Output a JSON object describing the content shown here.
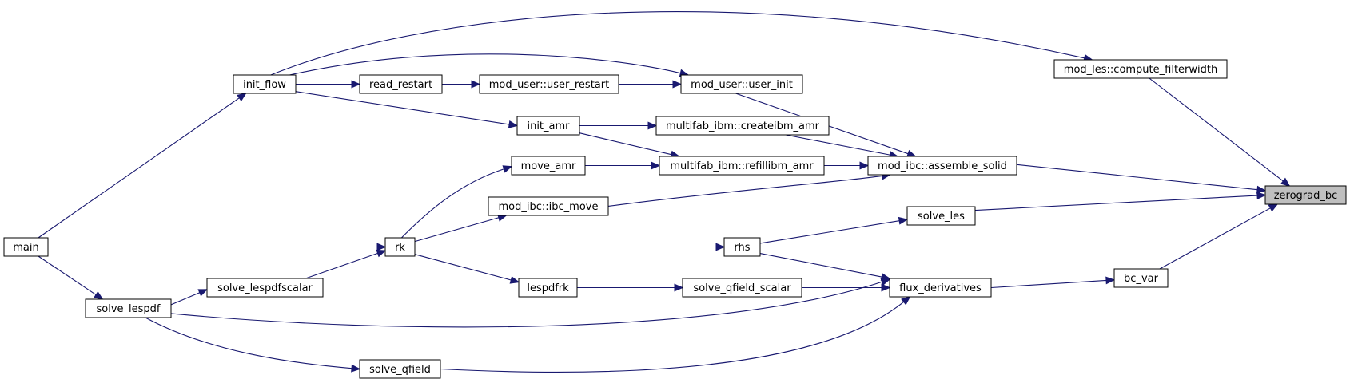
{
  "nodes": [
    {
      "id": "main",
      "label": "main"
    },
    {
      "id": "init_flow",
      "label": "init_flow"
    },
    {
      "id": "read_restart",
      "label": "read_restart"
    },
    {
      "id": "user_restart",
      "label": "mod_user::user_restart"
    },
    {
      "id": "user_init",
      "label": "mod_user::user_init"
    },
    {
      "id": "compute_filterwidth",
      "label": "mod_les::compute_filterwidth"
    },
    {
      "id": "init_amr",
      "label": "init_amr"
    },
    {
      "id": "createibm_amr",
      "label": "multifab_ibm::createibm_amr"
    },
    {
      "id": "move_amr",
      "label": "move_amr"
    },
    {
      "id": "refillibm_amr",
      "label": "multifab_ibm::refillibm_amr"
    },
    {
      "id": "assemble_solid",
      "label": "mod_ibc::assemble_solid"
    },
    {
      "id": "ibc_move",
      "label": "mod_ibc::ibc_move"
    },
    {
      "id": "solve_les",
      "label": "solve_les"
    },
    {
      "id": "zerograd_bc",
      "label": "zerograd_bc",
      "root": true
    },
    {
      "id": "rk",
      "label": "rk"
    },
    {
      "id": "rhs",
      "label": "rhs"
    },
    {
      "id": "solve_lespdfscalar",
      "label": "solve_lespdfscalar"
    },
    {
      "id": "lespdfrk",
      "label": "lespdfrk"
    },
    {
      "id": "solve_qfield_scalar",
      "label": "solve_qfield_scalar"
    },
    {
      "id": "flux_derivatives",
      "label": "flux_derivatives"
    },
    {
      "id": "bc_var",
      "label": "bc_var"
    },
    {
      "id": "solve_lespdf",
      "label": "solve_lespdf"
    },
    {
      "id": "solve_qfield",
      "label": "solve_qfield"
    }
  ],
  "edges": [
    {
      "from": "main",
      "to": "init_flow"
    },
    {
      "from": "main",
      "to": "rk"
    },
    {
      "from": "main",
      "to": "solve_lespdf"
    },
    {
      "from": "init_flow",
      "to": "compute_filterwidth"
    },
    {
      "from": "init_flow",
      "to": "user_init"
    },
    {
      "from": "init_flow",
      "to": "read_restart"
    },
    {
      "from": "init_flow",
      "to": "init_amr"
    },
    {
      "from": "read_restart",
      "to": "user_restart"
    },
    {
      "from": "user_restart",
      "to": "user_init"
    },
    {
      "from": "user_init",
      "to": "assemble_solid"
    },
    {
      "from": "compute_filterwidth",
      "to": "zerograd_bc"
    },
    {
      "from": "init_amr",
      "to": "createibm_amr"
    },
    {
      "from": "init_amr",
      "to": "refillibm_amr"
    },
    {
      "from": "createibm_amr",
      "to": "assemble_solid"
    },
    {
      "from": "move_amr",
      "to": "refillibm_amr"
    },
    {
      "from": "refillibm_amr",
      "to": "assemble_solid"
    },
    {
      "from": "assemble_solid",
      "to": "zerograd_bc"
    },
    {
      "from": "ibc_move",
      "to": "assemble_solid"
    },
    {
      "from": "solve_les",
      "to": "zerograd_bc"
    },
    {
      "from": "rk",
      "to": "move_amr"
    },
    {
      "from": "rk",
      "to": "ibc_move"
    },
    {
      "from": "rk",
      "to": "rhs"
    },
    {
      "from": "rk",
      "to": "lespdfrk"
    },
    {
      "from": "rhs",
      "to": "solve_les"
    },
    {
      "from": "rhs",
      "to": "flux_derivatives"
    },
    {
      "from": "solve_lespdfscalar",
      "to": "rk"
    },
    {
      "from": "lespdfrk",
      "to": "solve_qfield_scalar"
    },
    {
      "from": "solve_qfield_scalar",
      "to": "flux_derivatives"
    },
    {
      "from": "flux_derivatives",
      "to": "bc_var"
    },
    {
      "from": "bc_var",
      "to": "zerograd_bc"
    },
    {
      "from": "solve_lespdf",
      "to": "solve_lespdfscalar"
    },
    {
      "from": "solve_lespdf",
      "to": "flux_derivatives"
    },
    {
      "from": "solve_lespdf",
      "to": "solve_qfield"
    },
    {
      "from": "solve_qfield",
      "to": "flux_derivatives"
    }
  ],
  "colors": {
    "edge": "#191970",
    "node_border": "#000000",
    "node_fill": "#ffffff",
    "root_fill": "#bfbfbf"
  }
}
